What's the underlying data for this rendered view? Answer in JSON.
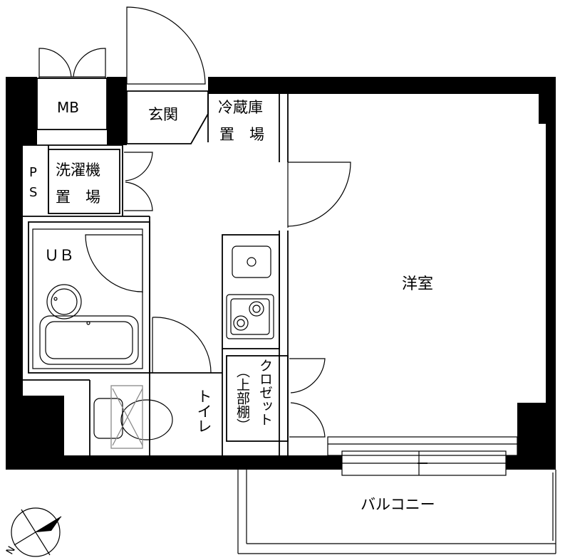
{
  "rooms": {
    "meter_box": "MB",
    "entrance": "玄関",
    "fridge_1": "冷蔵庫",
    "fridge_2": "置　場",
    "pipe_space_1": "P",
    "pipe_space_2": "S",
    "washer_1": "洗濯機",
    "washer_2": "置　場",
    "unit_bath": "ＵＢ",
    "western_room": "洋室",
    "closet_1": "クロゼット",
    "closet_2": "（上部棚）",
    "toilet": "トイレ",
    "balcony": "バルコニー"
  },
  "compass": {
    "north": "N"
  }
}
